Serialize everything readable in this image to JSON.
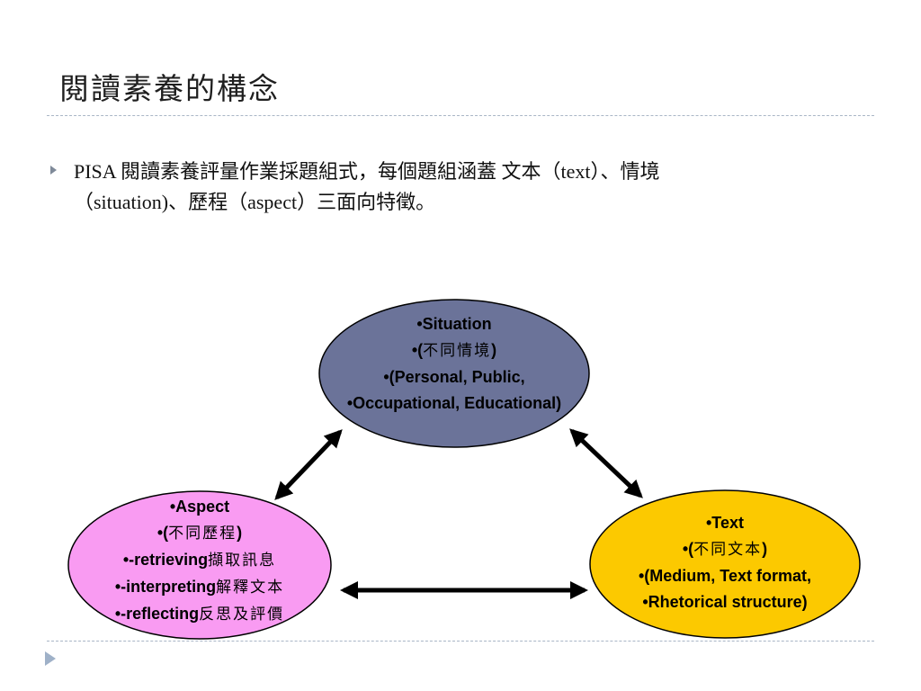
{
  "slide": {
    "title": "閱讀素養的構念",
    "bullet_line1": "PISA 閱讀素養評量作業採題組式，每個題組涵蓋 文本（text）、情境",
    "bullet_line2": "（situation)、歷程（aspect）三面向特徵。"
  },
  "diagram": {
    "situation": {
      "l1": "•Situation",
      "l2a": "•(",
      "l2b": "不同情境",
      "l2c": ")",
      "l3": "•(Personal, Public,",
      "l4": "•Occupational, Educational)",
      "fill": "#6b7399"
    },
    "aspect": {
      "l1": "•Aspect",
      "l2a": "•(",
      "l2b": "不同歷程",
      "l2c": ")",
      "l3a": "•-retrieving",
      "l3b": "擷取訊息",
      "l4a": "•-interpreting",
      "l4b": "解釋文本",
      "l5a": "•-reflecting",
      "l5b": "反思及評價",
      "fill": "#f99bf2"
    },
    "text": {
      "l1": "•Text",
      "l2a": "•(",
      "l2b": "不同文本",
      "l2c": ")",
      "l3": "•(Medium, Text format,",
      "l4": "•Rhetorical structure)",
      "fill": "#fcc900"
    }
  }
}
